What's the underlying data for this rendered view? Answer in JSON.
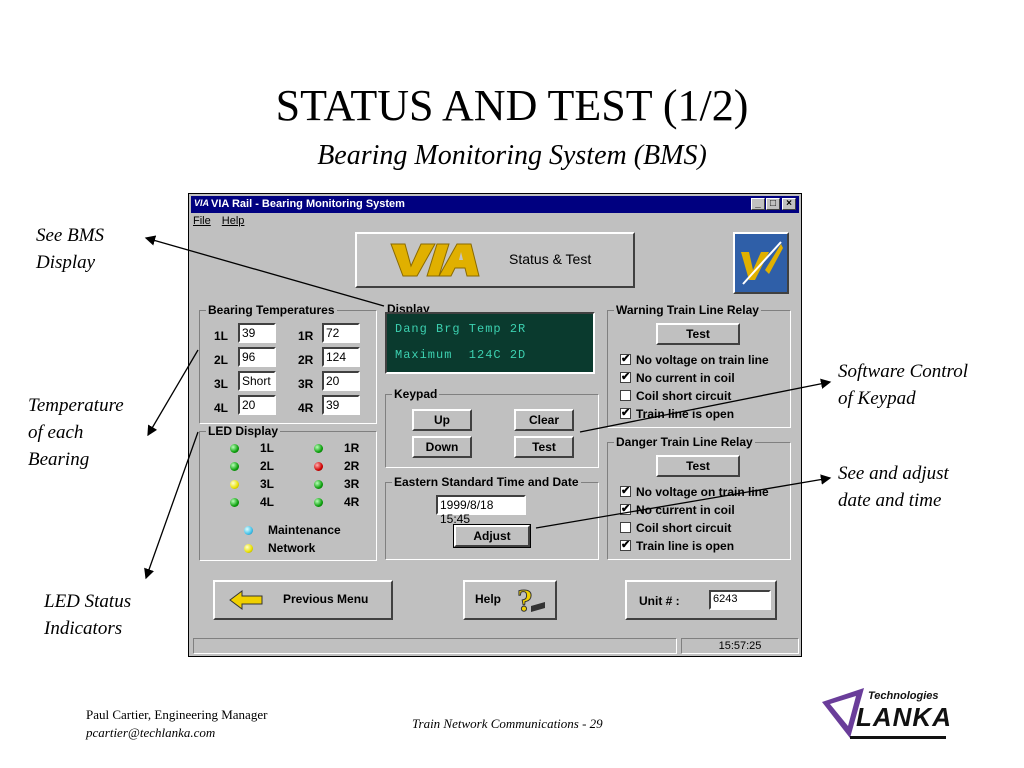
{
  "slide": {
    "title": "STATUS AND TEST (1/2)",
    "subtitle": "Bearing Monitoring System (BMS)",
    "annotations": {
      "bms_display": [
        "See BMS",
        "Display"
      ],
      "temperature": [
        "Temperature",
        "of each",
        "Bearing"
      ],
      "led_status": [
        "LED Status",
        "Indicators"
      ],
      "software_control": [
        "Software Control",
        "of Keypad"
      ],
      "date_time": [
        "See and adjust",
        "date and time"
      ]
    },
    "footer": {
      "author": "Paul Cartier, Engineering Manager",
      "email": "pcartier@techlanka.com",
      "center": "Train Network Communications - 29"
    },
    "logo": {
      "top": "Technologies",
      "main": "LANKA"
    }
  },
  "window": {
    "title_logo": "VIA",
    "title": "VIA Rail - Bearing Monitoring System",
    "controls": [
      "_",
      "□",
      "×"
    ],
    "menu": [
      "File",
      "Help"
    ],
    "header_label": "Status & Test",
    "bearing_temps": {
      "title": "Bearing Temperatures",
      "left": [
        {
          "label": "1L",
          "value": "39"
        },
        {
          "label": "2L",
          "value": "96"
        },
        {
          "label": "3L",
          "value": "Short"
        },
        {
          "label": "4L",
          "value": "20"
        }
      ],
      "right": [
        {
          "label": "1R",
          "value": "72"
        },
        {
          "label": "2R",
          "value": "124"
        },
        {
          "label": "3R",
          "value": "20"
        },
        {
          "label": "4R",
          "value": "39"
        }
      ]
    },
    "led_display": {
      "title": "LED Display",
      "left": [
        {
          "label": "1L",
          "color": "green"
        },
        {
          "label": "2L",
          "color": "green"
        },
        {
          "label": "3L",
          "color": "yellow"
        },
        {
          "label": "4L",
          "color": "green"
        }
      ],
      "right": [
        {
          "label": "1R",
          "color": "green"
        },
        {
          "label": "2R",
          "color": "red"
        },
        {
          "label": "3R",
          "color": "green"
        },
        {
          "label": "4R",
          "color": "green"
        }
      ],
      "maintenance": {
        "label": "Maintenance",
        "color": "blue"
      },
      "network": {
        "label": "Network",
        "color": "yellow"
      }
    },
    "display": {
      "title": "Display",
      "line1": "Dang Brg Temp 2R",
      "line2": "Maximum  124C 2D"
    },
    "keypad": {
      "title": "Keypad",
      "up": "Up",
      "clear": "Clear",
      "down": "Down",
      "test": "Test"
    },
    "datetime": {
      "title": "Eastern Standard Time and Date",
      "value": "1999/8/18 15:45",
      "adjust": "Adjust"
    },
    "warning_relay": {
      "title": "Warning Train Line Relay",
      "test": "Test",
      "items": [
        {
          "label": "No voltage on train line",
          "checked": true
        },
        {
          "label": "No current in coil",
          "checked": true
        },
        {
          "label": "Coil short circuit",
          "checked": false
        },
        {
          "label": "Train line is open",
          "checked": true
        }
      ]
    },
    "danger_relay": {
      "title": "Danger Train Line Relay",
      "test": "Test",
      "items": [
        {
          "label": "No voltage on train line",
          "checked": true
        },
        {
          "label": "No current in coil",
          "checked": true
        },
        {
          "label": "Coil short circuit",
          "checked": false
        },
        {
          "label": "Train line is open",
          "checked": true
        }
      ]
    },
    "bottom": {
      "previous_menu": "Previous Menu",
      "help": "Help",
      "unit_label": "Unit # :",
      "unit_value": "6243"
    },
    "status_time": "15:57:25"
  }
}
